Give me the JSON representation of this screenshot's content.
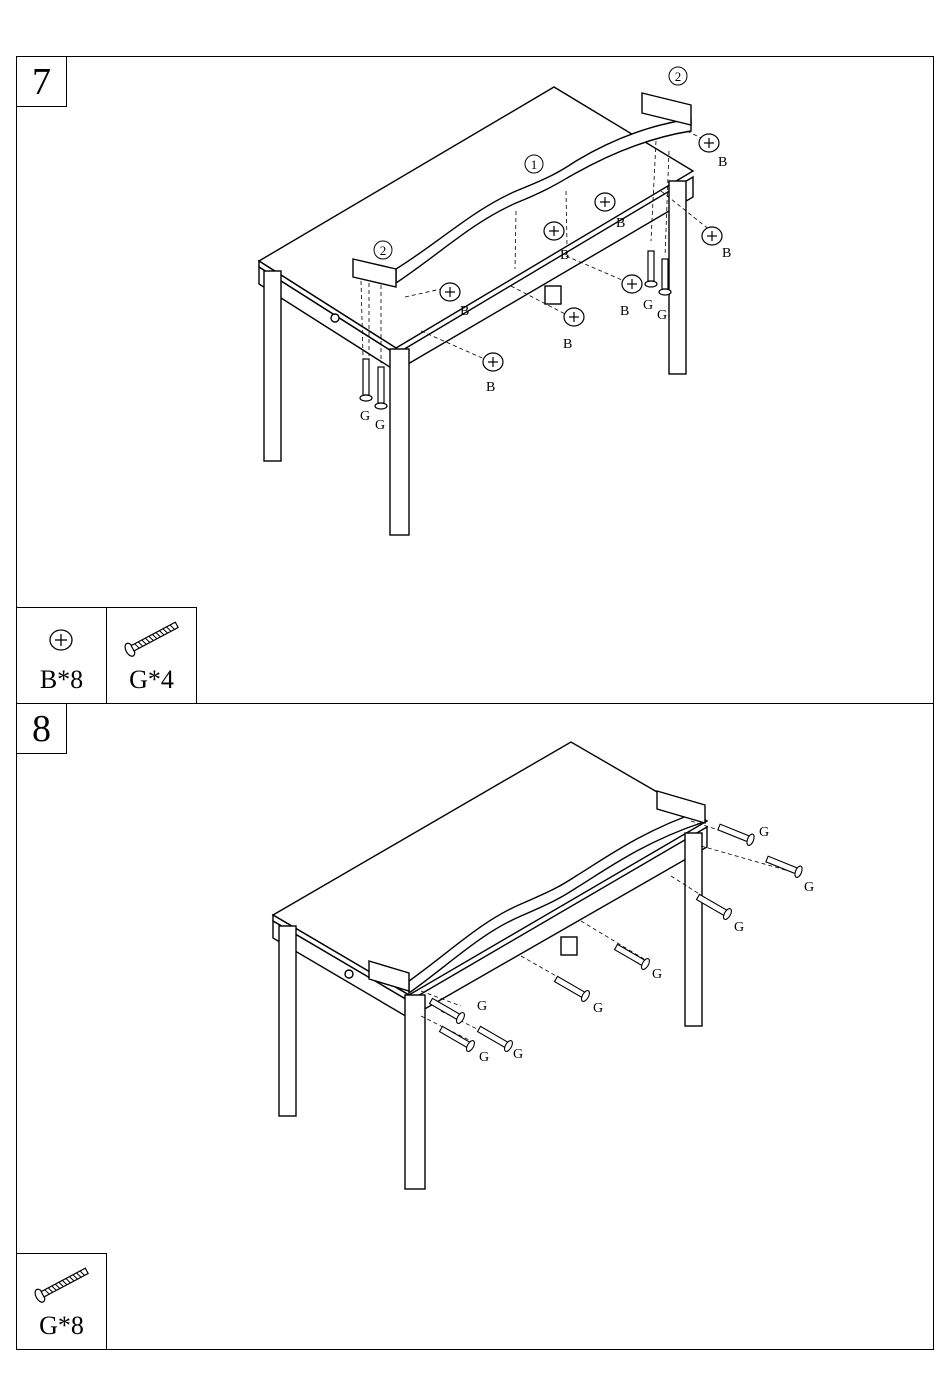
{
  "steps": [
    {
      "number": "7",
      "parts": [
        {
          "icon": "cam-lock-icon",
          "label": "B*8"
        },
        {
          "icon": "screw-icon",
          "label": "G*4"
        }
      ],
      "callouts": {
        "b": "B",
        "g": "G",
        "top_panel": "1",
        "side_panel": "2"
      }
    },
    {
      "number": "8",
      "parts": [
        {
          "icon": "screw-icon",
          "label": "G*8"
        }
      ],
      "callouts": {
        "g": "G"
      }
    }
  ]
}
